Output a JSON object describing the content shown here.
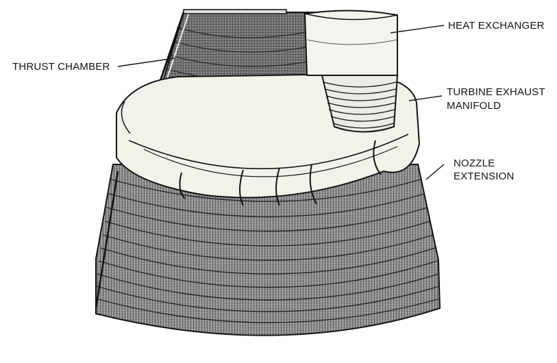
{
  "labels": {
    "heat_exchanger": "HEAT EXCHANGER",
    "thrust_chamber": "THRUST CHAMBER",
    "turbine_exhaust_line1": "TURBINE EXHAUST",
    "turbine_exhaust_line2": "MANIFOLD",
    "nozzle_line1": "NOZZLE",
    "nozzle_line2": "EXTENSION"
  },
  "colors": {
    "ink": "#111111",
    "metal_shade": "#7a7a7a",
    "collar": "#f2f2ea"
  }
}
